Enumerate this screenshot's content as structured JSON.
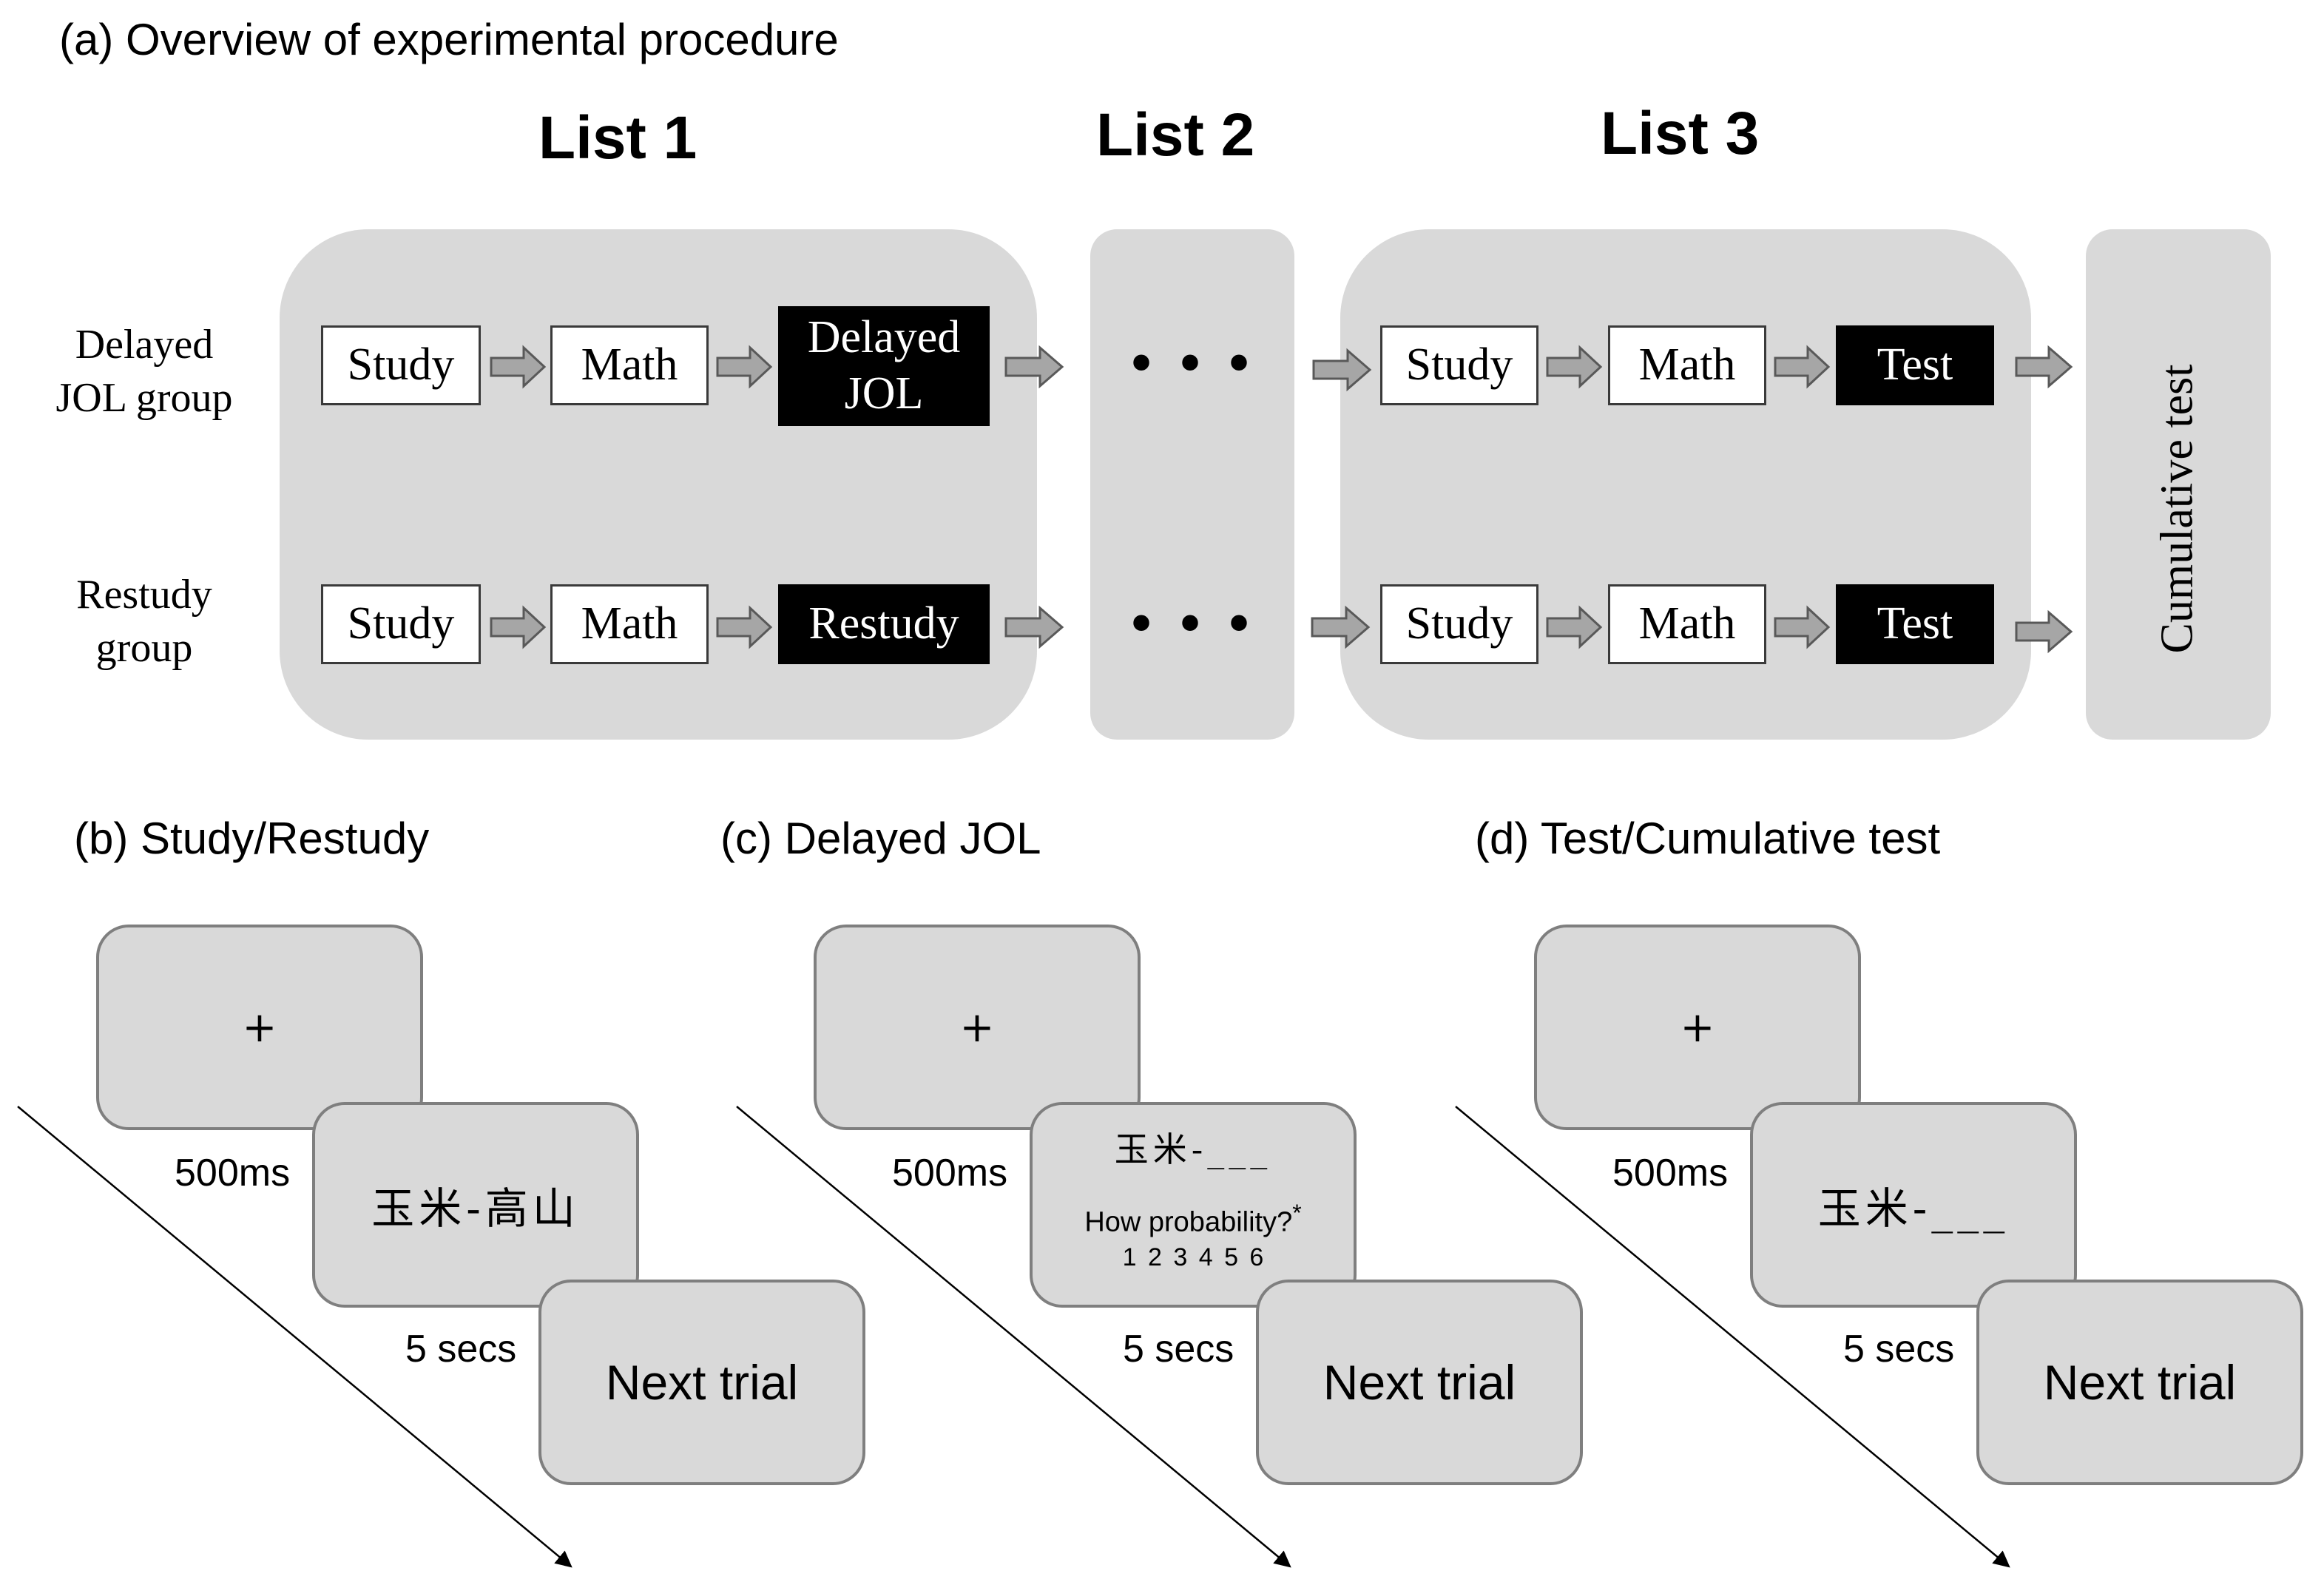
{
  "panel_a": {
    "title": "(a) Overview of experimental procedure",
    "lists": [
      "List 1",
      "List 2",
      "List 3"
    ],
    "groups": [
      {
        "label_lines": [
          "Delayed",
          "JOL group"
        ],
        "list1": [
          {
            "text": "Study",
            "style": "white"
          },
          {
            "text": "Math",
            "style": "white"
          },
          {
            "text": "Delayed\nJOL",
            "style": "black"
          }
        ],
        "list3": [
          {
            "text": "Study",
            "style": "white"
          },
          {
            "text": "Math",
            "style": "white"
          },
          {
            "text": "Test",
            "style": "black"
          }
        ]
      },
      {
        "label_lines": [
          "Restudy",
          "group"
        ],
        "list1": [
          {
            "text": "Study",
            "style": "white"
          },
          {
            "text": "Math",
            "style": "white"
          },
          {
            "text": "Restudy",
            "style": "black"
          }
        ],
        "list3": [
          {
            "text": "Study",
            "style": "white"
          },
          {
            "text": "Math",
            "style": "white"
          },
          {
            "text": "Test",
            "style": "black"
          }
        ]
      }
    ],
    "ellipsis": "• • •",
    "cumulative_test": "Cumulative test"
  },
  "panel_b": {
    "title": "(b) Study/Restudy",
    "fixation": "+",
    "fixation_duration": "500ms",
    "stimulus": "玉米-高山",
    "stimulus_duration": "5 secs",
    "next": "Next trial"
  },
  "panel_c": {
    "title": "(c) Delayed JOL",
    "fixation": "+",
    "fixation_duration": "500ms",
    "cue": "玉米-___",
    "question": "How probability?",
    "question_mark": "*",
    "scale": "1 2 3 4 5 6",
    "stimulus_duration": "5 secs",
    "next": "Next trial"
  },
  "panel_d": {
    "title": "(d) Test/Cumulative test",
    "fixation": "+",
    "fixation_duration": "500ms",
    "cue": "玉米-___",
    "stimulus_duration": "5 secs",
    "next": "Next trial"
  },
  "colors": {
    "panel_bg": "#d9d9d9",
    "arrow_fill": "#a6a6a6",
    "arrow_stroke": "#595959",
    "screen_border": "#7f7f7f"
  }
}
